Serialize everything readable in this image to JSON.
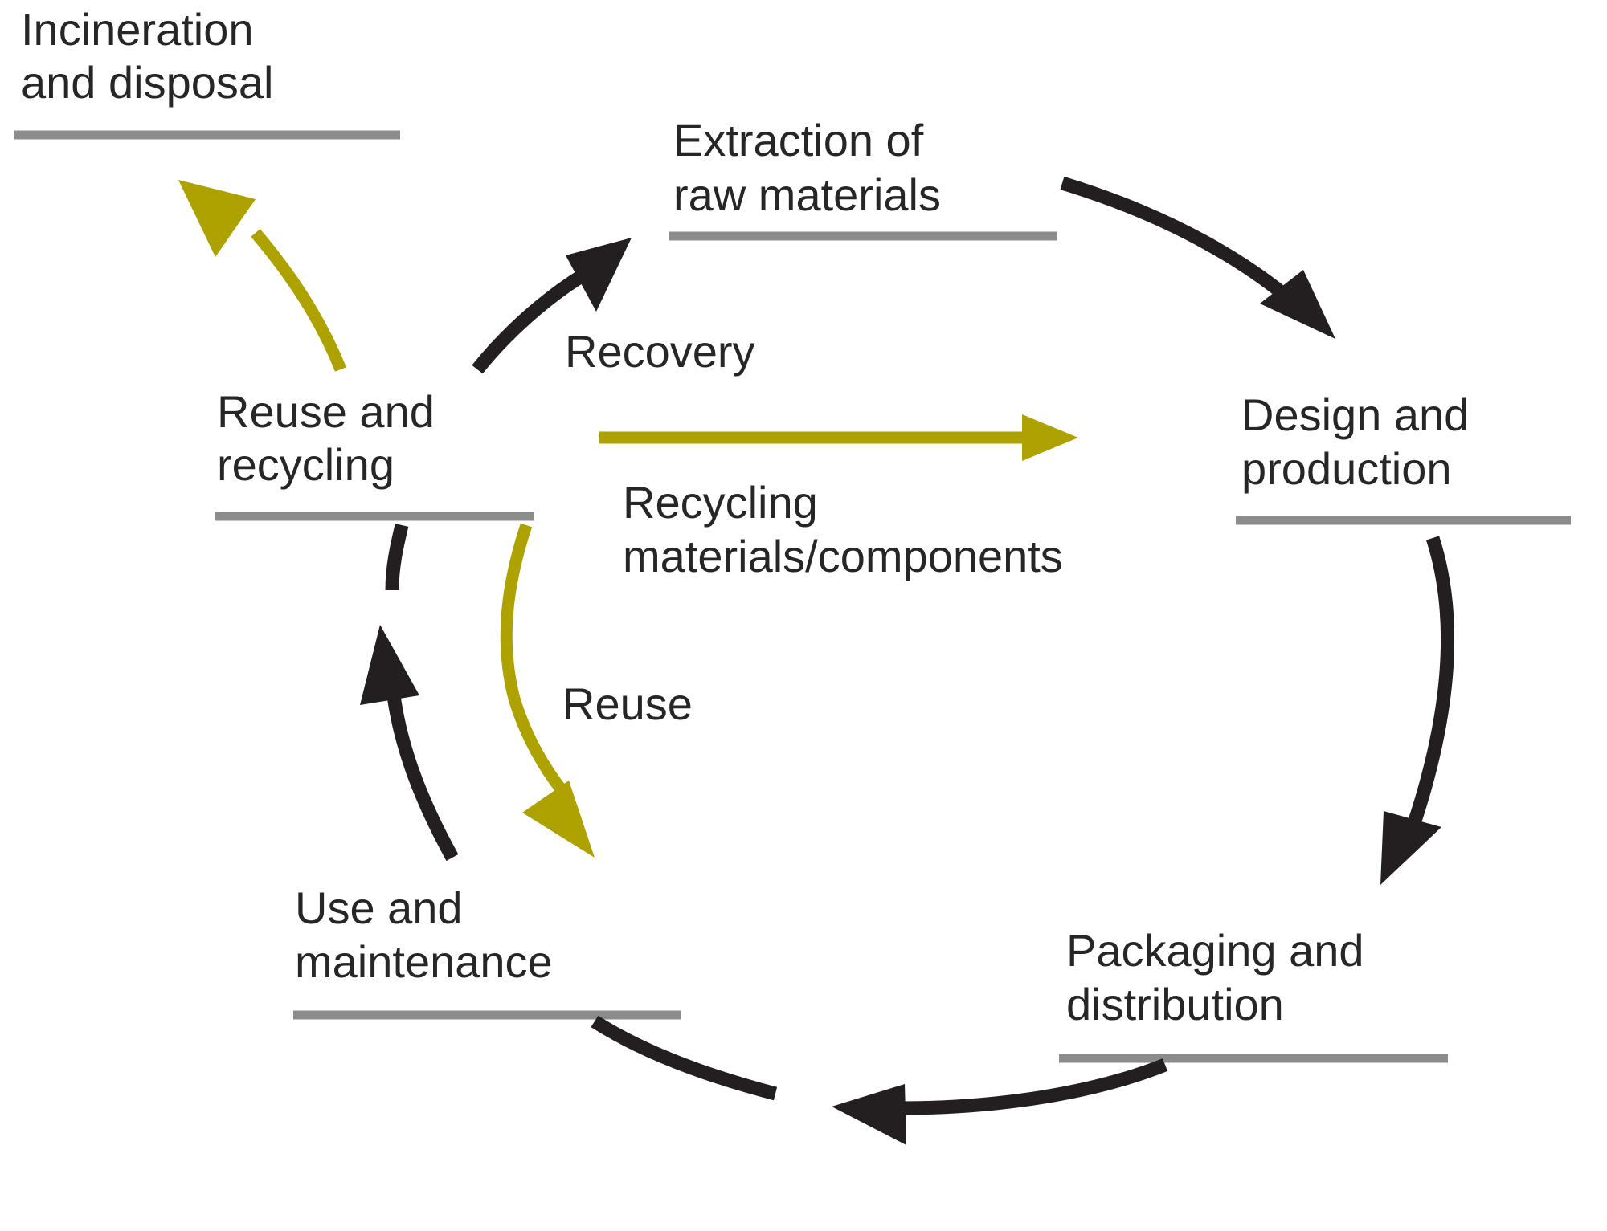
{
  "diagram": {
    "type": "product-life-cycle",
    "stages": {
      "incineration": {
        "line1": "Incineration",
        "line2": "and disposal"
      },
      "extraction": {
        "line1": "Extraction of",
        "line2": "raw materials"
      },
      "design": {
        "line1": "Design and",
        "line2": "production"
      },
      "packaging": {
        "line1": "Packaging and",
        "line2": "distribution"
      },
      "use": {
        "line1": "Use and",
        "line2": "maintenance"
      },
      "reuse_recycling": {
        "line1": "Reuse and",
        "line2": "recycling"
      }
    },
    "flow_labels": {
      "recovery": "Recovery",
      "recycling_line1": "Recycling",
      "recycling_line2": "materials/components",
      "reuse": "Reuse"
    },
    "colors": {
      "main_cycle": "#231f20",
      "secondary_flow": "#ada200",
      "underline": "#8c8c8c",
      "text": "#262626"
    }
  }
}
